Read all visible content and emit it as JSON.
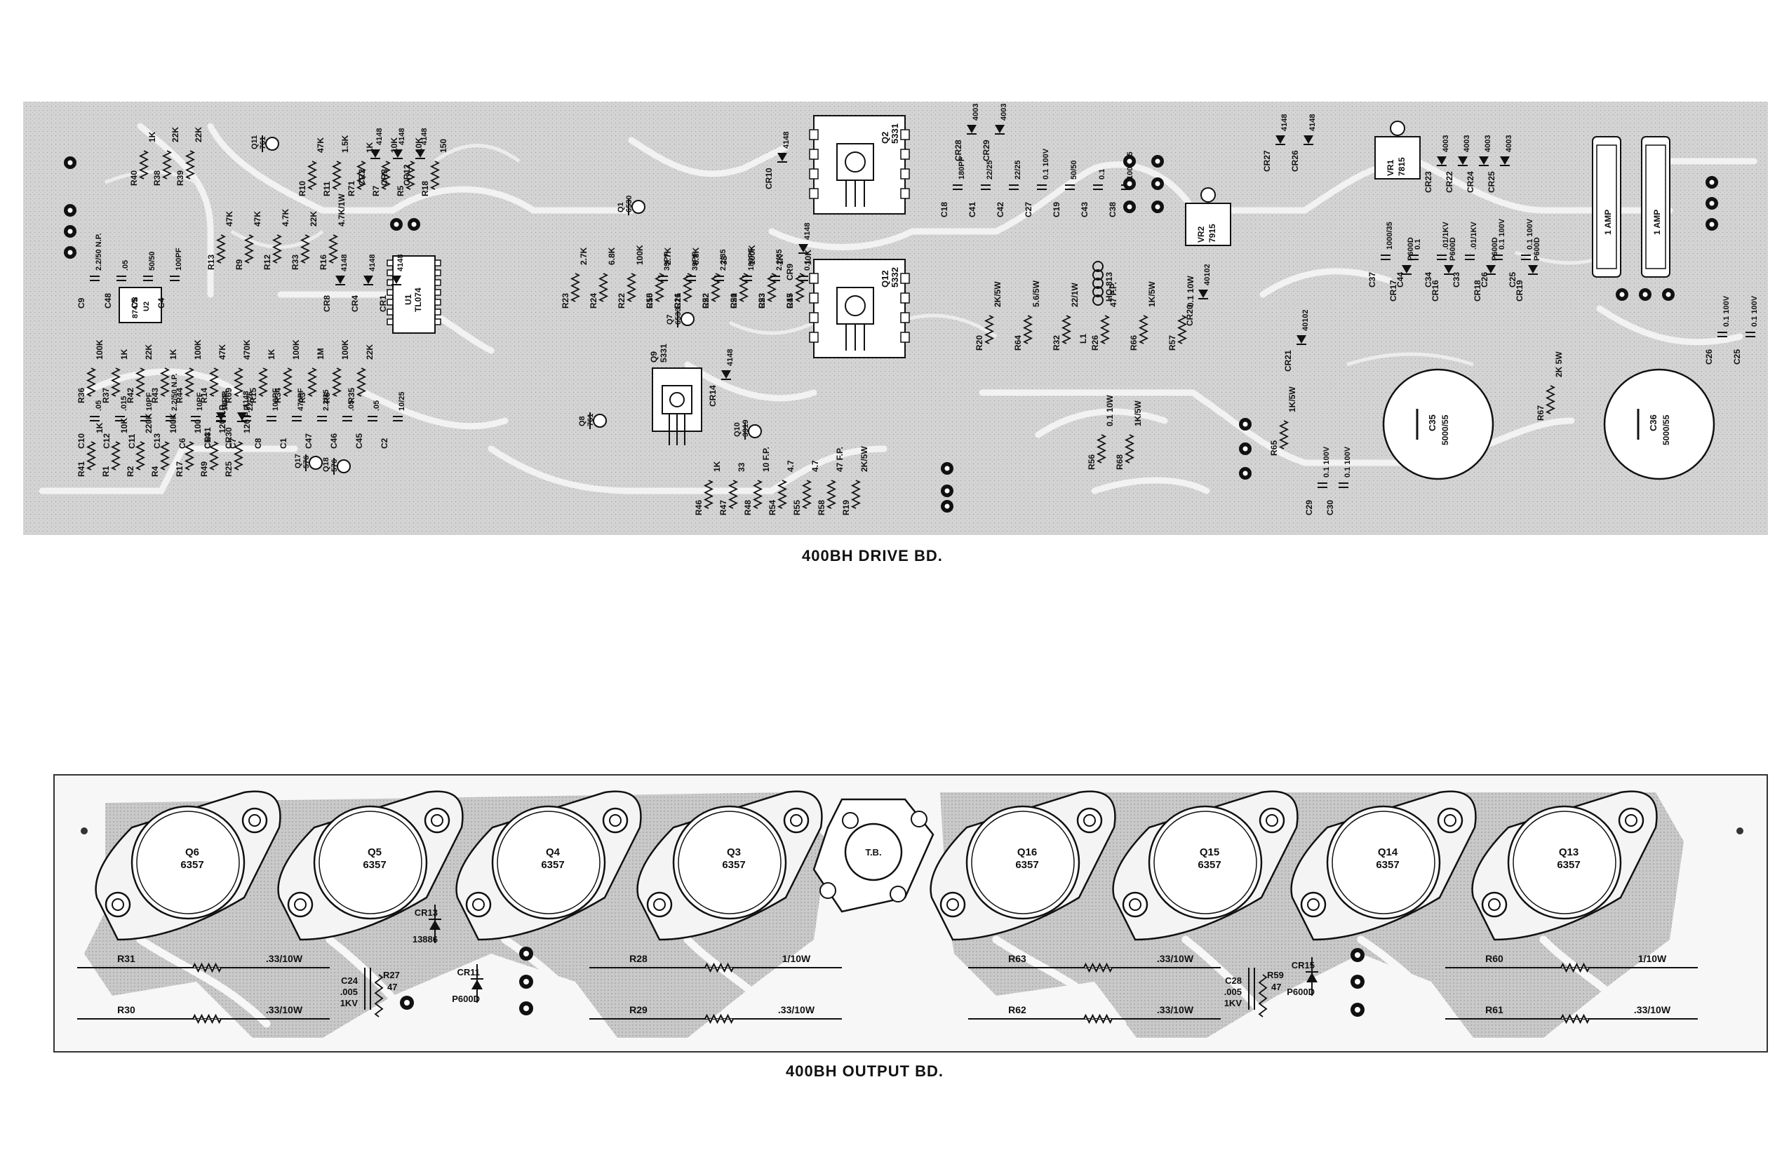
{
  "drive_board": {
    "caption": "400BH DRIVE BD.",
    "transistors": [
      {
        "ref": "Q2",
        "part": "5331"
      },
      {
        "ref": "Q12",
        "part": "5332"
      },
      {
        "ref": "Q9",
        "part": "5331"
      },
      {
        "ref": "Q7",
        "part": "6533"
      },
      {
        "ref": "Q1",
        "part": "6530"
      },
      {
        "ref": "Q11",
        "part": "761"
      },
      {
        "ref": "Q10",
        "part": "3919"
      },
      {
        "ref": "Q8",
        "part": "761"
      },
      {
        "ref": "Q17",
        "part": "576"
      },
      {
        "ref": "Q18",
        "part": "576"
      }
    ],
    "ics": [
      {
        "ref": "U1",
        "part": "TL074"
      },
      {
        "ref": "U2",
        "part": "87478"
      }
    ],
    "regulators": [
      {
        "ref": "VR1",
        "part": "7815"
      },
      {
        "ref": "VR2",
        "part": "7915"
      }
    ],
    "fuses": [
      "1 AMP",
      "1 AMP"
    ],
    "large_caps": [
      {
        "ref": "C35",
        "value": "5000/55"
      },
      {
        "ref": "C36",
        "value": "5000/55"
      }
    ],
    "resistors": [
      {
        "ref": "R40",
        "value": "1K"
      },
      {
        "ref": "R38",
        "value": "22K"
      },
      {
        "ref": "R39",
        "value": "22K"
      },
      {
        "ref": "R10",
        "value": "47K"
      },
      {
        "ref": "R11",
        "value": "1.5K"
      },
      {
        "ref": "R71",
        "value": "1K"
      },
      {
        "ref": "R7",
        "value": "10K"
      },
      {
        "ref": "R5",
        "value": "10K"
      },
      {
        "ref": "R18",
        "value": "150"
      },
      {
        "ref": "R13",
        "value": "47K"
      },
      {
        "ref": "R9",
        "value": "47K"
      },
      {
        "ref": "R12",
        "value": "4.7K"
      },
      {
        "ref": "R33",
        "value": "22K"
      },
      {
        "ref": "R16",
        "value": "4.7K/1W"
      },
      {
        "ref": "R36",
        "value": "100K"
      },
      {
        "ref": "R37",
        "value": "1K"
      },
      {
        "ref": "R42",
        "value": "22K"
      },
      {
        "ref": "R43",
        "value": "1K"
      },
      {
        "ref": "R44",
        "value": "100K"
      },
      {
        "ref": "R14",
        "value": "47K"
      },
      {
        "ref": "R69",
        "value": "470K"
      },
      {
        "ref": "R15",
        "value": "1K"
      },
      {
        "ref": "R34",
        "value": "100K"
      },
      {
        "ref": "R3",
        "value": "1M"
      },
      {
        "ref": "R6",
        "value": "100K"
      },
      {
        "ref": "R35",
        "value": "22K"
      },
      {
        "ref": "R41",
        "value": "1K"
      },
      {
        "ref": "R1",
        "value": "10K"
      },
      {
        "ref": "R2",
        "value": "220K"
      },
      {
        "ref": "R4",
        "value": "100K"
      },
      {
        "ref": "R17",
        "value": "100"
      },
      {
        "ref": "R49",
        "value": "120 F.P."
      },
      {
        "ref": "R25",
        "value": "120 F.P."
      },
      {
        "ref": "R23",
        "value": "2.7K"
      },
      {
        "ref": "R24",
        "value": "6.8K"
      },
      {
        "ref": "R22",
        "value": "100K"
      },
      {
        "ref": "R50",
        "value": "2.7K"
      },
      {
        "ref": "R21",
        "value": "6.8K"
      },
      {
        "ref": "R52",
        "value": "33"
      },
      {
        "ref": "R51",
        "value": "100K"
      },
      {
        "ref": "R53",
        "value": "1K"
      },
      {
        "ref": "R45",
        "value": "10K"
      },
      {
        "ref": "R46",
        "value": "1K"
      },
      {
        "ref": "R47",
        "value": "33"
      },
      {
        "ref": "R48",
        "value": "10 F.P."
      },
      {
        "ref": "R54",
        "value": "4.7"
      },
      {
        "ref": "R55",
        "value": "4.7"
      },
      {
        "ref": "R58",
        "value": "47 F.P."
      },
      {
        "ref": "R19",
        "value": "2K/5W"
      },
      {
        "ref": "R20",
        "value": "2K/5W"
      },
      {
        "ref": "R64",
        "value": "5.6/5W"
      },
      {
        "ref": "R32",
        "value": "22/1W"
      },
      {
        "ref": "R26",
        "value": "47 F.P."
      },
      {
        "ref": "R66",
        "value": "1K/5W"
      },
      {
        "ref": "R57",
        "value": "0.1 10W"
      },
      {
        "ref": "R56",
        "value": "0.1 10W"
      },
      {
        "ref": "R68",
        "value": "1K/5W"
      },
      {
        "ref": "R65",
        "value": "1K/5W"
      },
      {
        "ref": "R67",
        "value": "2K 5W"
      }
    ],
    "capacitors": [
      {
        "ref": "C9",
        "value": "2.2/50 N.P."
      },
      {
        "ref": "C48",
        "value": ".05"
      },
      {
        "ref": "C5",
        "value": "50/50"
      },
      {
        "ref": "C4",
        "value": "100PF"
      },
      {
        "ref": "C10",
        "value": ".05"
      },
      {
        "ref": "C12",
        "value": ".015"
      },
      {
        "ref": "C11",
        "value": "10PF"
      },
      {
        "ref": "C13",
        "value": "2.2/50 N.P."
      },
      {
        "ref": "C6",
        "value": "10PF"
      },
      {
        "ref": "C14",
        "value": "10PF"
      },
      {
        "ref": "C7",
        "value": "22/25"
      },
      {
        "ref": "C8",
        "value": "100PF"
      },
      {
        "ref": "C1",
        "value": "470PF"
      },
      {
        "ref": "C47",
        "value": "2.2/35"
      },
      {
        "ref": "C46",
        "value": ".05"
      },
      {
        "ref": "C45",
        "value": ".05"
      },
      {
        "ref": "C2",
        "value": "10/25"
      },
      {
        "ref": "C15",
        "value": "39PF"
      },
      {
        "ref": "C16",
        "value": "39PF"
      },
      {
        "ref": "C22",
        "value": "2.2/35"
      },
      {
        "ref": "C20",
        "value": "180PF"
      },
      {
        "ref": "C23",
        "value": "2.2/35"
      },
      {
        "ref": "C17",
        "value": "0.1"
      },
      {
        "ref": "C18",
        "value": "180PF"
      },
      {
        "ref": "C41",
        "value": "22/25"
      },
      {
        "ref": "C42",
        "value": "22/25"
      },
      {
        "ref": "C27",
        "value": "0.1 100V"
      },
      {
        "ref": "C19",
        "value": "50/50"
      },
      {
        "ref": "C43",
        "value": "0.1"
      },
      {
        "ref": "C38",
        "value": "1000/35"
      },
      {
        "ref": "C37",
        "value": "1000/35"
      },
      {
        "ref": "C44",
        "value": "0.1"
      },
      {
        "ref": "C34",
        "value": ".01/1KV"
      },
      {
        "ref": "C33",
        "value": ".01/1KV"
      },
      {
        "ref": "C26",
        "value": "0.1 100V"
      },
      {
        "ref": "C25",
        "value": "0.1 100V"
      },
      {
        "ref": "C29",
        "value": "0.1 100V"
      },
      {
        "ref": "C30",
        "value": "0.1 100V"
      },
      {
        "ref": "C39",
        "value": "0.1 100V"
      },
      {
        "ref": "C40",
        "value": "0.1 100V"
      }
    ],
    "diodes": [
      {
        "ref": "CR2",
        "value": "4148"
      },
      {
        "ref": "CR3",
        "value": "4148"
      },
      {
        "ref": "CR12",
        "value": "4148"
      },
      {
        "ref": "CR8",
        "value": "4148"
      },
      {
        "ref": "CR4",
        "value": "4148"
      },
      {
        "ref": "CR1",
        "value": "4148"
      },
      {
        "ref": "CR31",
        "value": "4148"
      },
      {
        "ref": "CR30",
        "value": "4148"
      },
      {
        "ref": "CR10",
        "value": "4148"
      },
      {
        "ref": "CR9",
        "value": "4148"
      },
      {
        "ref": "CR14",
        "value": "4148"
      },
      {
        "ref": "CR28",
        "value": "4003"
      },
      {
        "ref": "CR29",
        "value": "4003"
      },
      {
        "ref": "CR27",
        "value": "4148"
      },
      {
        "ref": "CR26",
        "value": "4148"
      },
      {
        "ref": "CR20",
        "value": "40102"
      },
      {
        "ref": "CR21",
        "value": "40102"
      },
      {
        "ref": "CR23",
        "value": "4003"
      },
      {
        "ref": "CR22",
        "value": "4003"
      },
      {
        "ref": "CR24",
        "value": "4003"
      },
      {
        "ref": "CR25",
        "value": "4003"
      },
      {
        "ref": "CR17",
        "value": "P600D"
      },
      {
        "ref": "CR16",
        "value": "P600D"
      },
      {
        "ref": "CR18",
        "value": "P600D"
      },
      {
        "ref": "CR19",
        "value": "P600D"
      }
    ],
    "inductor": {
      "ref": "L1",
      "value": "HQ-813"
    }
  },
  "output_board": {
    "caption": "400BH OUTPUT BD.",
    "transistors_left": [
      {
        "ref": "Q6",
        "part": "6357"
      },
      {
        "ref": "Q5",
        "part": "6357"
      },
      {
        "ref": "Q4",
        "part": "6357"
      },
      {
        "ref": "Q3",
        "part": "6357"
      }
    ],
    "thermal": {
      "ref": "T.B."
    },
    "transistors_right": [
      {
        "ref": "Q16",
        "part": "6357"
      },
      {
        "ref": "Q15",
        "part": "6357"
      },
      {
        "ref": "Q14",
        "part": "6357"
      },
      {
        "ref": "Q13",
        "part": "6357"
      }
    ],
    "resistors": [
      {
        "ref": "R31",
        "value": ".33/10W"
      },
      {
        "ref": "R30",
        "value": ".33/10W"
      },
      {
        "ref": "R28",
        "value": "1/10W"
      },
      {
        "ref": "R29",
        "value": ".33/10W"
      },
      {
        "ref": "R63",
        "value": ".33/10W"
      },
      {
        "ref": "R62",
        "value": ".33/10W"
      },
      {
        "ref": "R60",
        "value": "1/10W"
      },
      {
        "ref": "R61",
        "value": ".33/10W"
      },
      {
        "ref": "R27",
        "value": "47"
      },
      {
        "ref": "R59",
        "value": "47"
      }
    ],
    "capacitors": [
      {
        "ref": "C24",
        "value": ".005 1KV"
      },
      {
        "ref": "C28",
        "value": ".005 1KV"
      }
    ],
    "diodes": [
      {
        "ref": "CR13",
        "value": "13886"
      },
      {
        "ref": "CR11",
        "value": "P600D"
      },
      {
        "ref": "CR15",
        "value": "P600D"
      }
    ]
  }
}
